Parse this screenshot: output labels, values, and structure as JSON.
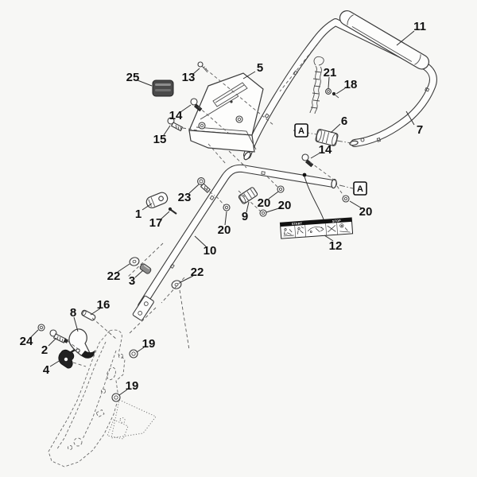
{
  "diagram": {
    "description": "Exploded parts diagram of a lawn mower handle assembly with numbered callouts",
    "colors": {
      "background": "#f7f7f5",
      "line": "#3a3a3a",
      "label": "#111111",
      "dark_part": "#4a4a4a",
      "strip_header": "#111111"
    },
    "callouts": [
      {
        "id": "1",
        "text": "1"
      },
      {
        "id": "2",
        "text": "2"
      },
      {
        "id": "3",
        "text": "3"
      },
      {
        "id": "4",
        "text": "4"
      },
      {
        "id": "5",
        "text": "5"
      },
      {
        "id": "6",
        "text": "6"
      },
      {
        "id": "7",
        "text": "7"
      },
      {
        "id": "8",
        "text": "8"
      },
      {
        "id": "9",
        "text": "9"
      },
      {
        "id": "10",
        "text": "10"
      },
      {
        "id": "11",
        "text": "11"
      },
      {
        "id": "12",
        "text": "12"
      },
      {
        "id": "13",
        "text": "13"
      },
      {
        "id": "14-a",
        "text": "14"
      },
      {
        "id": "14-b",
        "text": "14"
      },
      {
        "id": "15",
        "text": "15"
      },
      {
        "id": "16",
        "text": "16"
      },
      {
        "id": "17",
        "text": "17"
      },
      {
        "id": "18",
        "text": "18"
      },
      {
        "id": "19-a",
        "text": "19"
      },
      {
        "id": "19-b",
        "text": "19"
      },
      {
        "id": "20-a",
        "text": "20"
      },
      {
        "id": "20-b",
        "text": "20"
      },
      {
        "id": "20-c",
        "text": "20"
      },
      {
        "id": "20-d",
        "text": "20"
      },
      {
        "id": "21",
        "text": "21"
      },
      {
        "id": "22-a",
        "text": "22"
      },
      {
        "id": "22-b",
        "text": "22"
      },
      {
        "id": "23",
        "text": "23"
      },
      {
        "id": "24",
        "text": "24"
      },
      {
        "id": "25",
        "text": "25"
      }
    ],
    "detail_markers": [
      {
        "text": "A"
      },
      {
        "text": "A"
      }
    ],
    "safety_label": {
      "header_left": "START",
      "header_right": "STOP"
    }
  }
}
